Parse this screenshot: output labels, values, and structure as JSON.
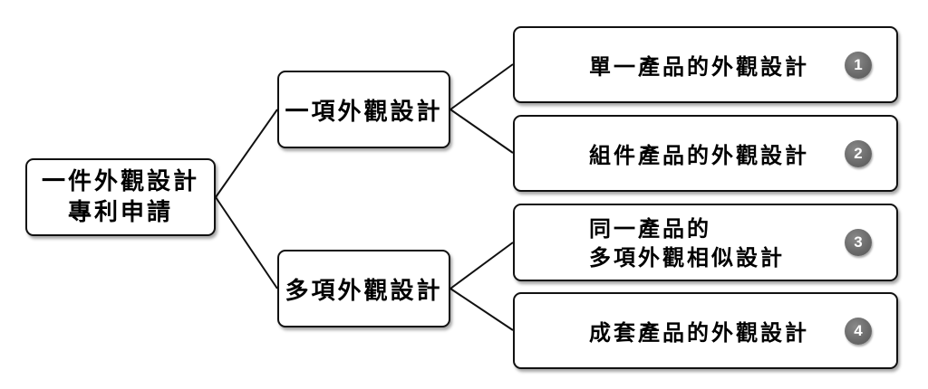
{
  "root": {
    "line1": "一件外觀設計",
    "line2": "專利申請"
  },
  "branches": [
    {
      "label": "一項外觀設計",
      "leaves": [
        {
          "label": "單一產品的外觀設計",
          "number": "1"
        },
        {
          "label": "組件產品的外觀設計",
          "number": "2"
        }
      ]
    },
    {
      "label": "多項外觀設計",
      "leaves": [
        {
          "label_line1": "同一產品的",
          "label_line2": "多項外觀相似設計",
          "number": "3"
        },
        {
          "label": "成套產品的外觀設計",
          "number": "4"
        }
      ]
    }
  ],
  "colors": {
    "border": "#111111",
    "badge": "#6b6b6b",
    "connector": "#111111"
  }
}
